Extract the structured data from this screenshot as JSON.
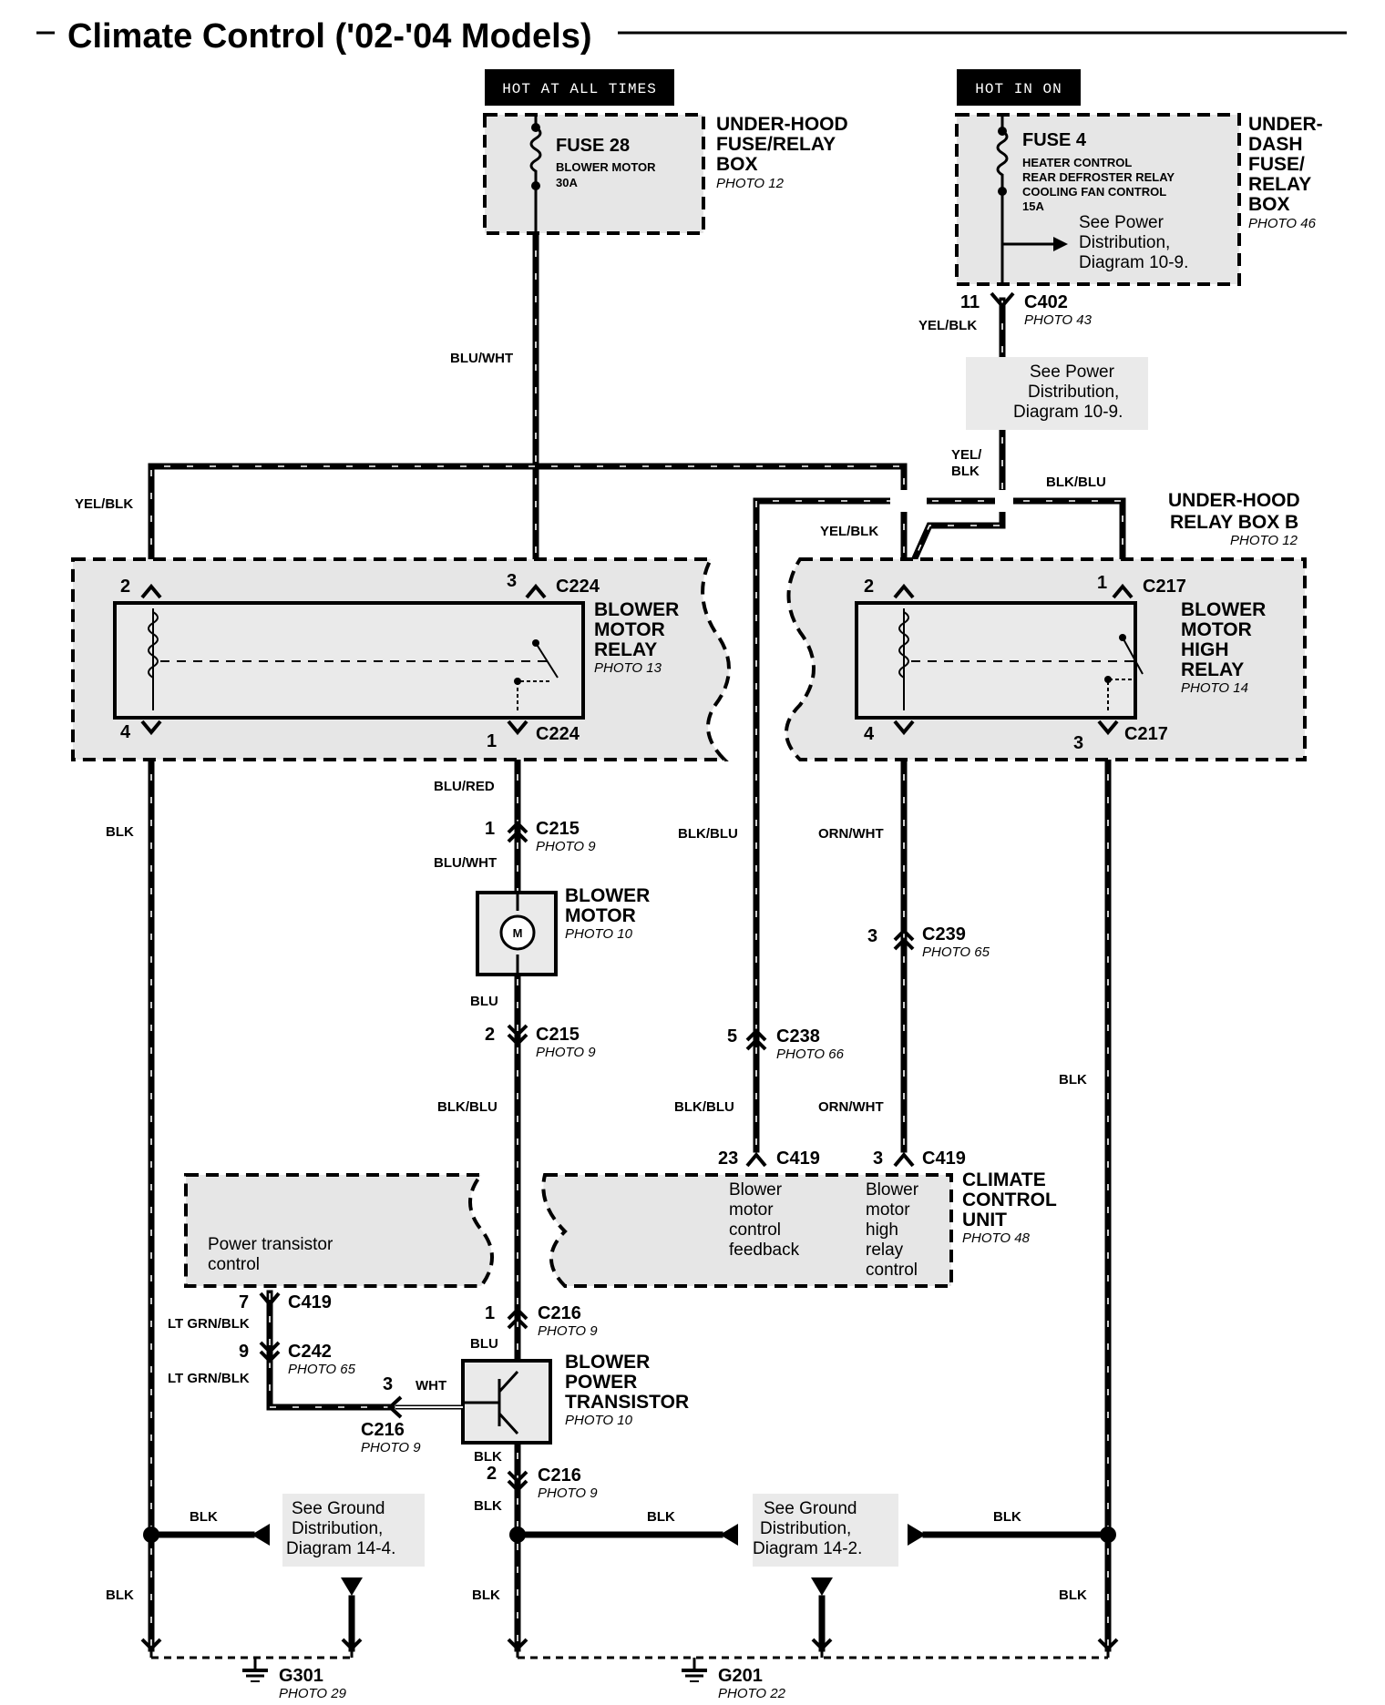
{
  "title": "Climate Control ('02-'04 Models)",
  "sources": {
    "hot_always": "HOT AT ALL TIMES",
    "hot_on": "HOT IN ON"
  },
  "underhood_fusebox": {
    "fuse": "FUSE 28",
    "fuse_desc1": "BLOWER MOTOR",
    "fuse_desc2": "30A",
    "name1": "UNDER-HOOD",
    "name2": "FUSE/RELAY",
    "name3": "BOX",
    "photo": "PHOTO 12"
  },
  "underdash_fusebox": {
    "fuse": "FUSE 4",
    "fuse_desc1": "HEATER CONTROL",
    "fuse_desc2": "REAR DEFROSTER RELAY",
    "fuse_desc3": "COOLING FAN CONTROL",
    "fuse_desc4": "15A",
    "see1": "See Power",
    "see2": "Distribution,",
    "see3": "Diagram 10-9.",
    "name1": "UNDER-",
    "name2": "DASH",
    "name3": "FUSE/",
    "name4": "RELAY",
    "name5": "BOX",
    "photo": "PHOTO 46"
  },
  "connectors": {
    "c402_pin": "11",
    "c402": "C402",
    "c402_photo": "PHOTO 43",
    "c224": "C224",
    "c217": "C217",
    "c215": "C215",
    "c215_photo": "PHOTO 9",
    "c239": "C239",
    "c239_photo": "PHOTO 65",
    "c238": "C238",
    "c238_photo": "PHOTO 66",
    "c419": "C419",
    "c216": "C216",
    "c216_photo": "PHOTO 9",
    "c242": "C242",
    "c242_photo": "PHOTO 65"
  },
  "power_note": {
    "line1": "See Power",
    "line2": "Distribution,",
    "line3": "Diagram 10-9."
  },
  "relay_box_b": {
    "name1": "UNDER-HOOD",
    "name2": "RELAY BOX B",
    "photo": "PHOTO 12"
  },
  "blower_motor_relay": {
    "name1": "BLOWER",
    "name2": "MOTOR",
    "name3": "RELAY",
    "photo": "PHOTO 13"
  },
  "blower_high_relay": {
    "name1": "BLOWER",
    "name2": "MOTOR",
    "name3": "HIGH",
    "name4": "RELAY",
    "photo": "PHOTO 14"
  },
  "blower_motor": {
    "name1": "BLOWER",
    "name2": "MOTOR",
    "photo": "PHOTO 10",
    "symbol": "M"
  },
  "climate_unit": {
    "name1": "CLIMATE",
    "name2": "CONTROL",
    "name3": "UNIT",
    "photo": "PHOTO 48",
    "feedback1": "Blower",
    "feedback2": "motor",
    "feedback3": "control",
    "feedback4": "feedback",
    "high1": "Blower",
    "high2": "motor",
    "high3": "high",
    "high4": "relay",
    "high5": "control",
    "pt1": "Power transistor",
    "pt2": "control"
  },
  "transistor": {
    "name1": "BLOWER",
    "name2": "POWER",
    "name3": "TRANSISTOR",
    "photo": "PHOTO 10"
  },
  "wires": {
    "blu_wht": "BLU/WHT",
    "yel_blk": "YEL/BLK",
    "yel": "YEL/",
    "blk_part": "BLK",
    "blk_blu": "BLK/BLU",
    "blk": "BLK",
    "blu_red": "BLU/RED",
    "blu": "BLU",
    "orn_wht": "ORN/WHT",
    "lt_grn_blk": "LT GRN/BLK",
    "wht": "WHT"
  },
  "pins": {
    "p1": "1",
    "p2": "2",
    "p3": "3",
    "p4": "4",
    "p5": "5",
    "p7": "7",
    "p9": "9",
    "p23": "23"
  },
  "ground": {
    "see1": "See Ground",
    "see2": "Distribution,",
    "note_left": "Diagram 14-4.",
    "note_right": "Diagram 14-2.",
    "g301": "G301",
    "g301_photo": "PHOTO 29",
    "g201": "G201",
    "g201_photo": "PHOTO 22"
  }
}
